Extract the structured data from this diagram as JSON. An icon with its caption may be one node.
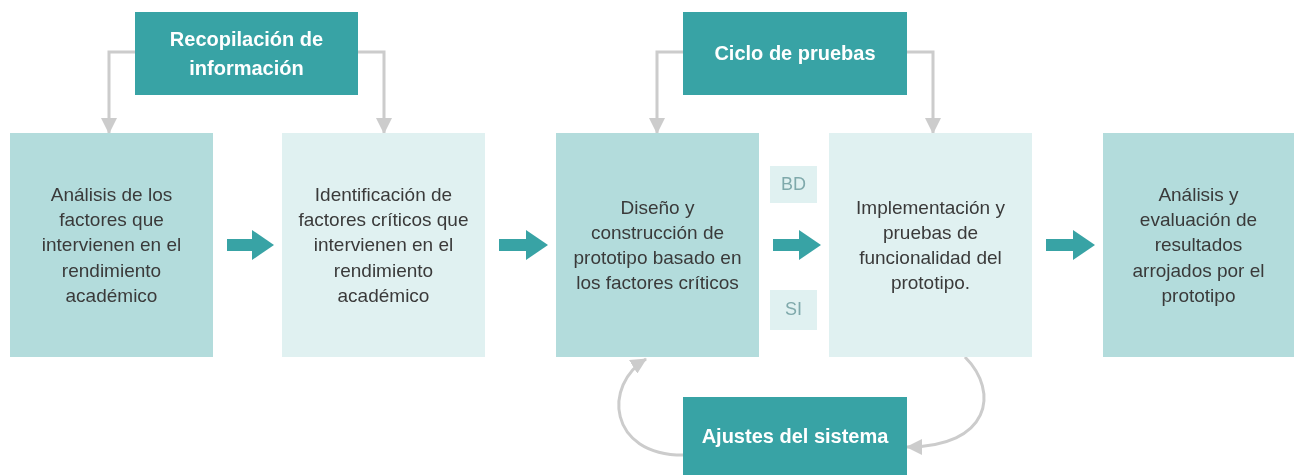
{
  "diagram": {
    "nodes": [
      {
        "text": [
          "Recopilación de información"
        ]
      },
      {
        "text": [
          "Análisis de los factores que intervienen en el rendimiento académico"
        ]
      },
      {
        "text": [
          "Identificación de factores críticos que intervienen en el rendimiento académico"
        ]
      },
      {
        "text": [
          "Ciclo de pruebas"
        ]
      },
      {
        "text": [
          "Diseño y construcción de prototipo basado en los factores críticos"
        ]
      },
      {
        "text": [
          "BD"
        ]
      },
      {
        "text": [
          "SI"
        ]
      },
      {
        "text": [
          "Implementación y pruebas de funcionalidad del prototipo."
        ]
      },
      {
        "text": [
          "Análisis y evaluación de resultados arrojados por el prototipo"
        ]
      },
      {
        "text": [
          "Ajustes del sistema"
        ]
      }
    ],
    "edges": [
      {
        "from": 0,
        "to": 1,
        "arrow": "to"
      },
      {
        "from": 0,
        "to": 2,
        "arrow": "to"
      },
      {
        "from": 1,
        "to": 2,
        "arrow": "to",
        "style": "thick",
        "color": "#38a3a5"
      },
      {
        "from": 2,
        "to": 4,
        "arrow": "to",
        "style": "thick",
        "color": "#38a3a5"
      },
      {
        "from": 3,
        "to": 4,
        "arrow": "to"
      },
      {
        "from": 3,
        "to": 7,
        "arrow": "to"
      },
      {
        "from": 4,
        "to": 7,
        "arrow": "to",
        "style": "thick",
        "color": "#38a3a5"
      },
      {
        "from": 7,
        "to": 8,
        "arrow": "to",
        "style": "thick",
        "color": "#38a3a5"
      },
      {
        "from": 7,
        "to": 9,
        "arrow": "to"
      },
      {
        "from": 9,
        "to": 4,
        "arrow": "to"
      }
    ]
  }
}
